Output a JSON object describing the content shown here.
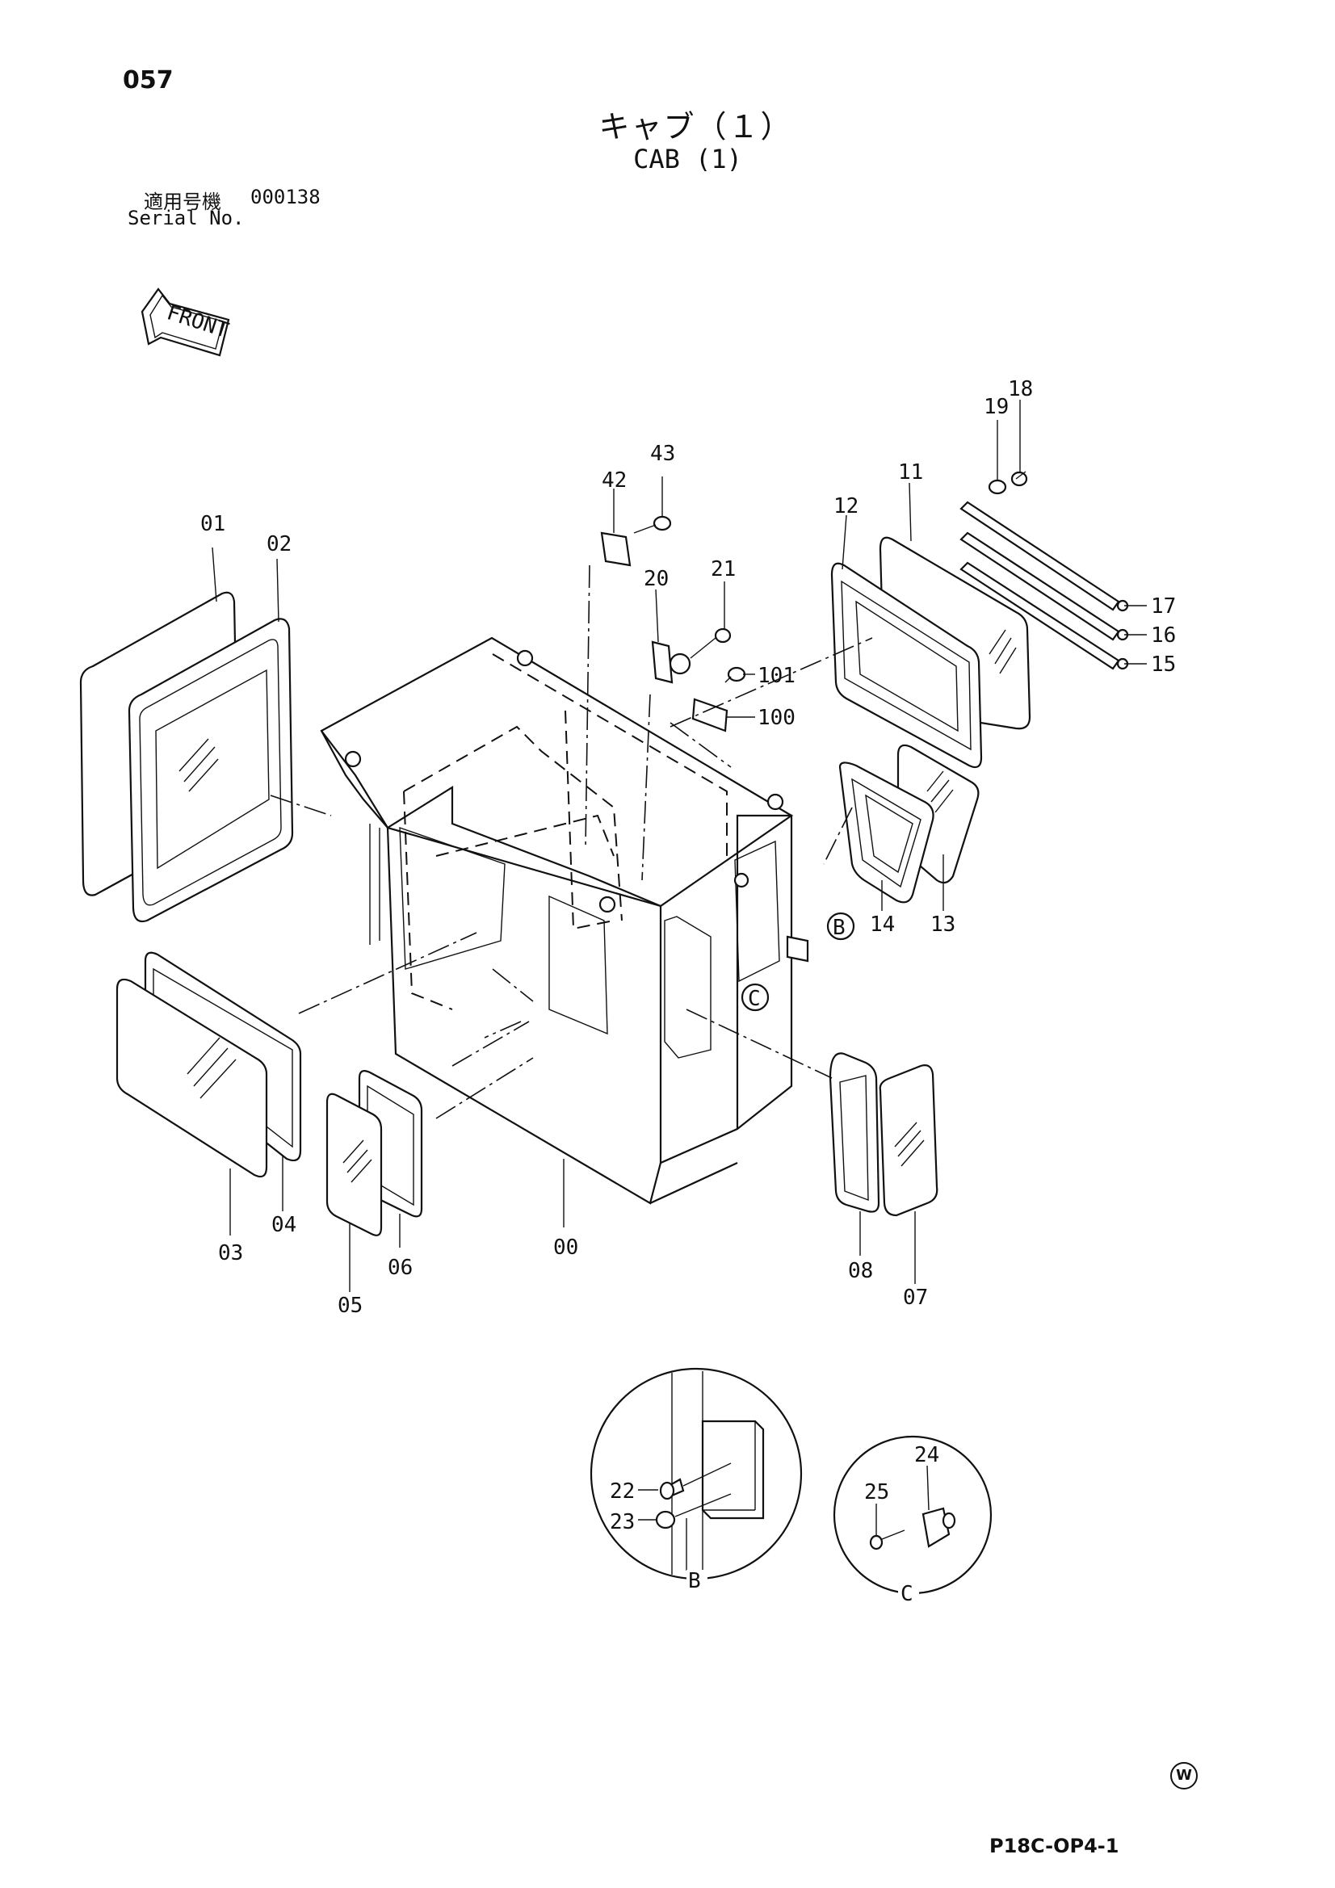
{
  "page_number": "057",
  "title_jp": "キャブ（１）",
  "title_en": "CAB (1)",
  "serial": {
    "label_jp": "適用号機",
    "value": "000138",
    "label_en": "Serial No."
  },
  "front_label": "FRONT",
  "figure_code": "P18C-OP4-1",
  "mark": "W",
  "detail_labels": {
    "b": "B",
    "c": "C"
  },
  "callouts": {
    "p00": "00",
    "p01": "01",
    "p02": "02",
    "p03": "03",
    "p04": "04",
    "p05": "05",
    "p06": "06",
    "p07": "07",
    "p08": "08",
    "p11": "11",
    "p12": "12",
    "p13": "13",
    "p14": "14",
    "p15": "15",
    "p16": "16",
    "p17": "17",
    "p18": "18",
    "p19": "19",
    "p20": "20",
    "p21": "21",
    "p22": "22",
    "p23": "23",
    "p24": "24",
    "p25": "25",
    "p42": "42",
    "p43": "43",
    "p100": "100",
    "p101": "101"
  }
}
